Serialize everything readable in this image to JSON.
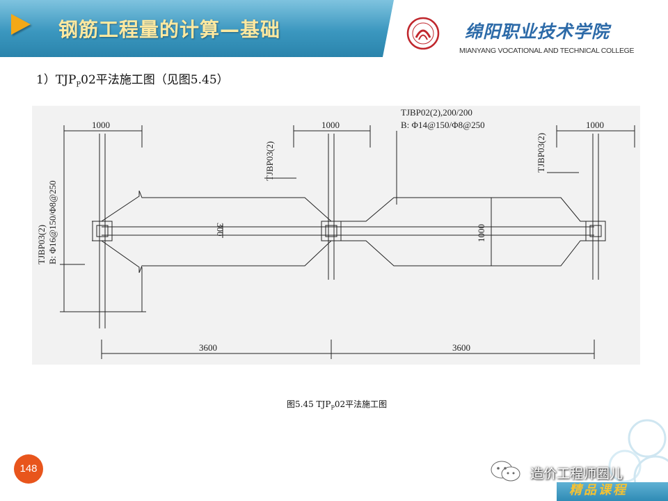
{
  "header": {
    "title": "钢筋工程量的计算—基础",
    "play_icon": "triangle-play-icon",
    "title_color": "#ffe9a0",
    "bar_color": "#3b97bf",
    "accent_color": "#f3a816"
  },
  "logo": {
    "seal_icon": "college-seal-icon",
    "college_name_cn": "绵阳职业技术学院",
    "college_name_en": "MIANYANG VOCATIONAL AND TECHNICAL COLLEGE"
  },
  "subtitle": {
    "prefix": "1）TJP",
    "sub": "P",
    "suffix": "02平法施工图（见图5.45）"
  },
  "drawing": {
    "beam_label": "TJBP02(2),200/200",
    "beam_rebar": "B: Φ14@150/Φ8@250",
    "left_beam_label": "TJBP03(2)",
    "left_beam_rebar": "B: Φ16@150/Φ8@250",
    "middle_beam_label": "TJBP03(2)",
    "right_beam_label": "TJBP03(2)",
    "width_left": "1000",
    "width_middle": "1000",
    "width_right": "1000",
    "beam_height_dim": "300",
    "foundation_width_dim": "1000",
    "span_left": "3600",
    "span_right": "3600"
  },
  "caption": {
    "prefix": "图5.45 TJP",
    "sub": "P",
    "suffix": "02平法施工图"
  },
  "footer": {
    "page_number": "148",
    "watermark": "造价工程师圈儿",
    "banner": "精品课程",
    "wechat_icon": "wechat-icon",
    "badge_color": "#e8551c"
  }
}
